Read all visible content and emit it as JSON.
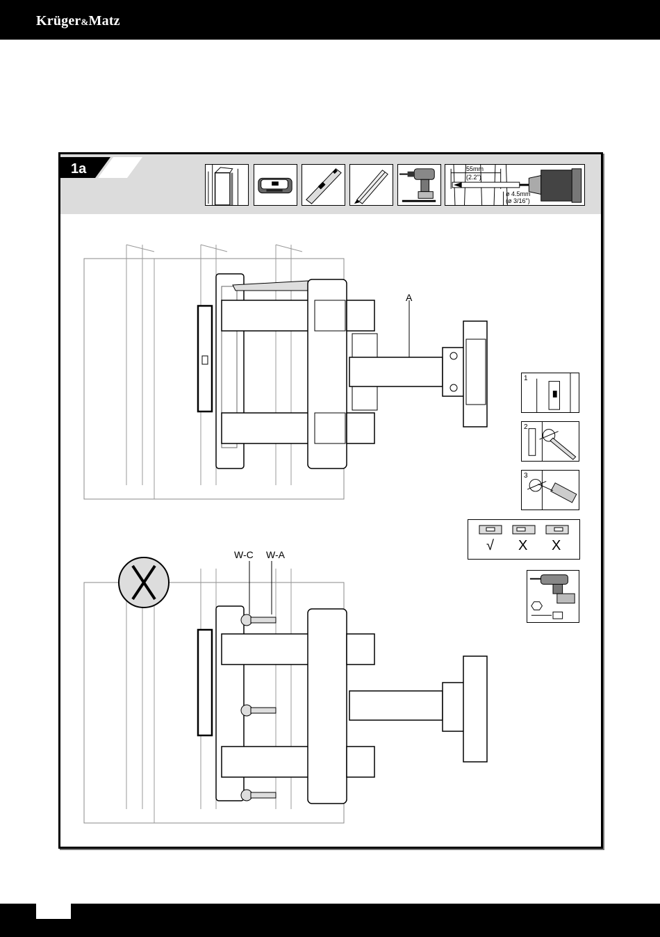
{
  "header": {
    "brand": "Krüger",
    "brand_amp": "&",
    "brand_tail": "Matz"
  },
  "step": {
    "label": "1a"
  },
  "drill_spec": {
    "depth": "55mm",
    "depth_in": "(2.2\")",
    "diameter": "ø 4.5mm",
    "diameter_in": "(ø 3/16\")"
  },
  "callouts": {
    "arm": "A",
    "washer": "W-C",
    "screw": "W-A"
  },
  "sub_steps": [
    "1",
    "2",
    "3"
  ],
  "level_check": {
    "ok": "√",
    "bad1": "X",
    "bad2": "X"
  },
  "colors": {
    "bar": "#000000",
    "band": "#dcdcdc",
    "line": "#000000"
  }
}
